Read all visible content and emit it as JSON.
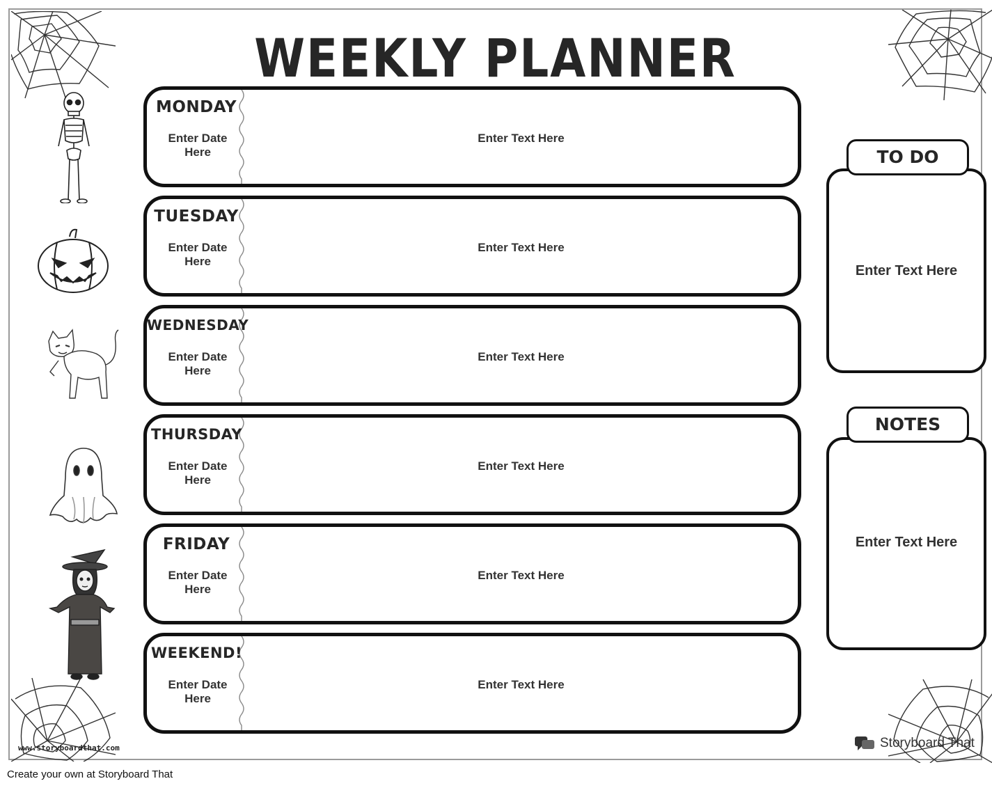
{
  "title": "WEEKLY PLANNER",
  "days": [
    {
      "name": "MONDAY",
      "date": "Enter Date\nHere",
      "text": "Enter Text Here"
    },
    {
      "name": "TUESDAY",
      "date": "Enter Date\nHere",
      "text": "Enter Text Here"
    },
    {
      "name": "WEDNESDAY",
      "date": "Enter Date\nHere",
      "text": "Enter Text Here"
    },
    {
      "name": "THURSDAY",
      "date": "Enter Date\nHere",
      "text": "Enter Text Here"
    },
    {
      "name": "FRIDAY",
      "date": "Enter Date\nHere",
      "text": "Enter Text Here"
    },
    {
      "name": "WEEKEND!",
      "date": "Enter Date\nHere",
      "text": "Enter Text Here"
    }
  ],
  "todo": {
    "label": "TO DO",
    "text": "Enter Text Here"
  },
  "notes": {
    "label": "NOTES",
    "text": "Enter Text Here"
  },
  "watermark_url": "www.storyboardthat.com",
  "brand": "Storyboard That",
  "footer": "Create your own at Storyboard That",
  "icons": [
    "spider-web-icon",
    "skeleton-icon",
    "jack-o-lantern-icon",
    "black-cat-icon",
    "ghost-icon",
    "witch-icon",
    "storyboard-logo-icon"
  ]
}
